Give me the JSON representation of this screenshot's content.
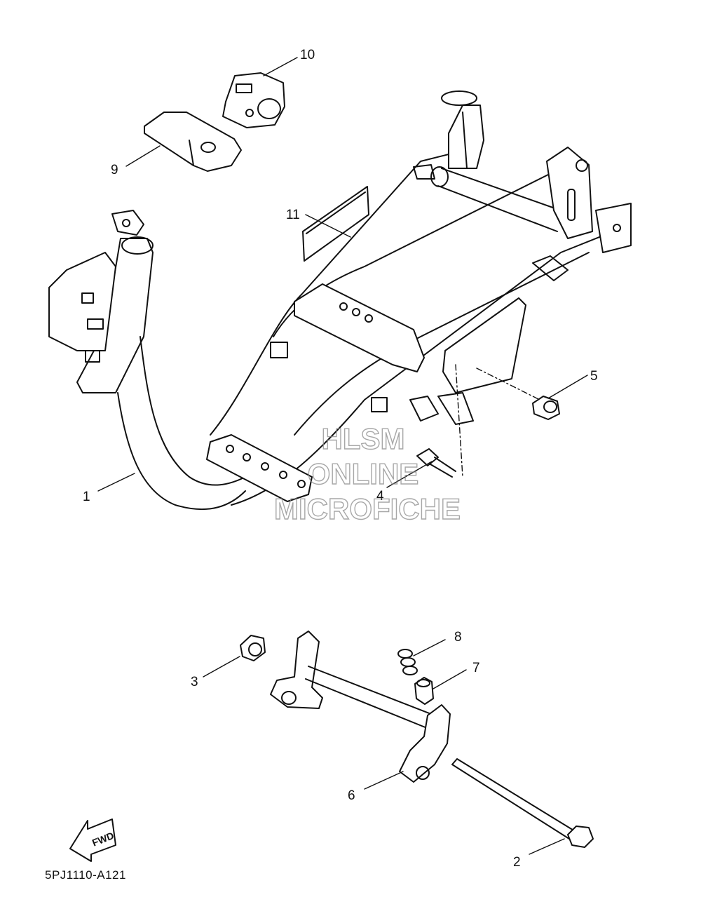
{
  "diagram": {
    "code": "5PJ1110-A121",
    "fwd_label": "FWD",
    "watermark": [
      "HLSM",
      "ONLINE",
      "MICROFICHE"
    ],
    "callouts": [
      {
        "id": "1",
        "label": "1"
      },
      {
        "id": "2",
        "label": "2"
      },
      {
        "id": "3",
        "label": "3"
      },
      {
        "id": "4",
        "label": "4"
      },
      {
        "id": "5",
        "label": "5"
      },
      {
        "id": "6",
        "label": "6"
      },
      {
        "id": "7",
        "label": "7"
      },
      {
        "id": "8",
        "label": "8"
      },
      {
        "id": "9",
        "label": "9"
      },
      {
        "id": "10",
        "label": "10"
      },
      {
        "id": "11",
        "label": "11"
      }
    ]
  }
}
